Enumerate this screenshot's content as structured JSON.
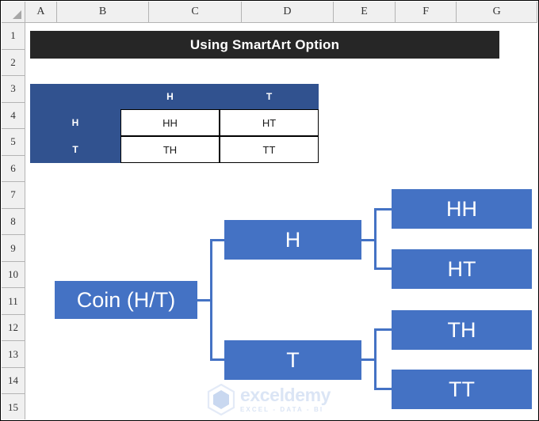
{
  "spreadsheet": {
    "columns": [
      {
        "label": "A",
        "width": 40
      },
      {
        "label": "B",
        "width": 117
      },
      {
        "label": "C",
        "width": 117
      },
      {
        "label": "D",
        "width": 117
      },
      {
        "label": "E",
        "width": 78
      },
      {
        "label": "F",
        "width": 78
      },
      {
        "label": "G",
        "width": 102
      }
    ],
    "rows": [
      "1",
      "2",
      "3",
      "4",
      "5",
      "6",
      "7",
      "8",
      "9",
      "10",
      "11",
      "12",
      "13",
      "14",
      "15"
    ],
    "select_all_icon": "select-all-triangle-icon"
  },
  "banner": {
    "title": "Using SmartArt Option",
    "background": "#262626",
    "text_color": "#ffffff"
  },
  "matrix": {
    "header_background": "#31528F",
    "cell_background": "#ffffff",
    "corner_label": "",
    "column_headers": [
      "H",
      "T"
    ],
    "row_headers": [
      "H",
      "T"
    ],
    "cells": [
      [
        "HH",
        "HT"
      ],
      [
        "TH",
        "TT"
      ]
    ]
  },
  "smartart": {
    "node_color": "#4472C4",
    "connector_color": "#4472C4",
    "text_color": "#ffffff",
    "root": {
      "label": "Coin (H/T)"
    },
    "branches": [
      {
        "label": "H",
        "leaves": [
          {
            "label": "HH"
          },
          {
            "label": "HT"
          }
        ]
      },
      {
        "label": "T",
        "leaves": [
          {
            "label": "TH"
          },
          {
            "label": "TT"
          }
        ]
      }
    ]
  },
  "watermark": {
    "title": "exceldemy",
    "subtitle": "EXCEL - DATA - BI",
    "color": "#dbe5f5",
    "logo_icon": "exceldemy-hexagon-logo-icon"
  }
}
